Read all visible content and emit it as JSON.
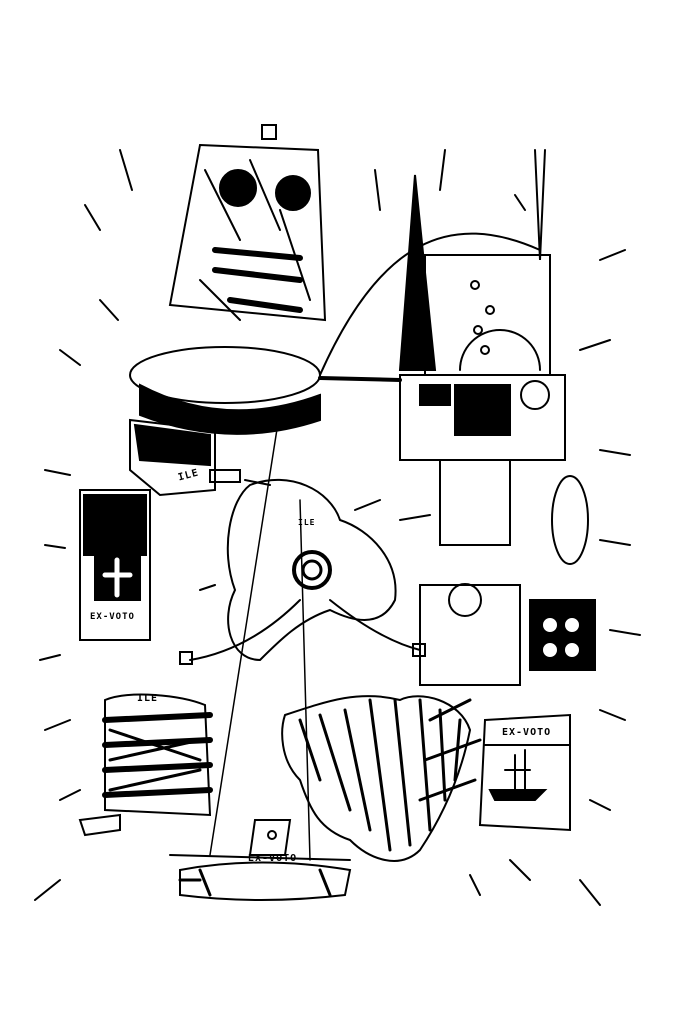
{
  "colors": {
    "ink": "#000000",
    "paper": "#ffffff"
  },
  "labels": {
    "ile_crate": "ILE",
    "ile_map": "ILE",
    "ile_stack": "ILE",
    "exvoto_poster": "EX-VOTO",
    "exvoto_boat": "EX-VOTO",
    "exvoto_base": "EX-VOTO"
  }
}
